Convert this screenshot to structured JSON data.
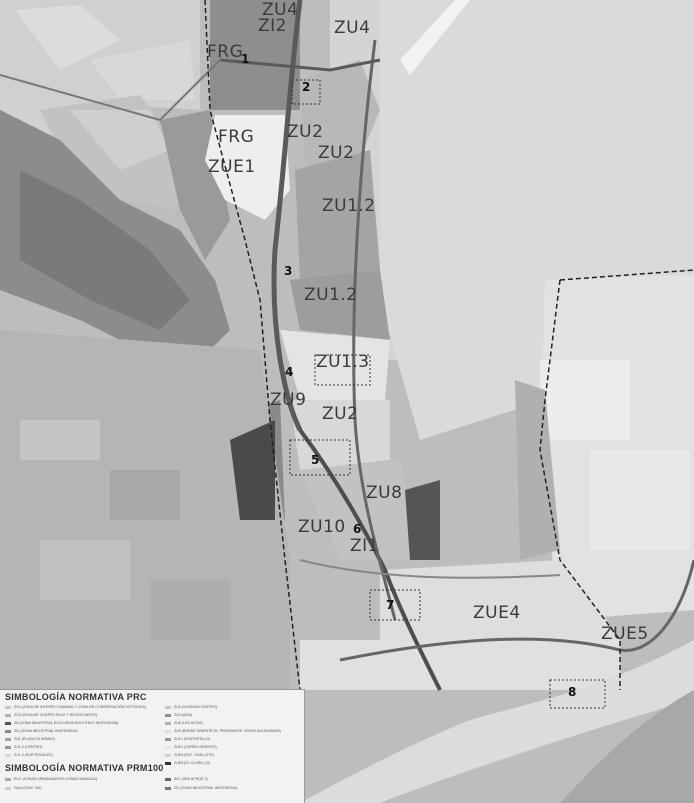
{
  "map": {
    "zone_labels": [
      "ZU4",
      "ZI2",
      "ZU4",
      "FRG",
      "ZU2",
      "FRG",
      "ZU2",
      "ZUE1",
      "ZU1.2",
      "ZU1.2",
      "ZU1.3",
      "ZU9",
      "ZU2",
      "ZU8",
      "ZU10",
      "ZI1",
      "ZUE4",
      "ZUE5"
    ],
    "numbers": [
      "1",
      "2",
      "3",
      "4",
      "5",
      "6",
      "7",
      "8"
    ],
    "colors": {
      "dark_field": "#4a4a4a",
      "light_field": "#e6e6e6",
      "road": "#5a5a5a",
      "river": "#dcdcdc"
    }
  },
  "legend": {
    "title_prc": "SIMBOLOGÍA NORMATIVA PRC",
    "title_prm": "SIMBOLOGÍA NORMATIVA PRM100",
    "items_left": [
      "ZO1 (ZONA DE INTERÉS COMUNAL Y ZONA DE CONSERVACIÓN HISTÓRICA)",
      "ZC5 (ZONA DE CENTRO RULE Y RIESGO AERIO)",
      "ZB (ZONA INDUSTRIAL EXCLUSIVA MOLESTA E INOFENSIVA)",
      "ZIU (ZONA INDUSTRIAL INOFENSIVA)",
      "ZU1 (PLAZA DE ARMAS)",
      "ZU1.2 (CENTRO)",
      "ZU1.3 (SUR ROSALES)"
    ],
    "items_prm": [
      "EUC (ZONAS URBANIZABLES CONDICIONADAS)",
      "FAJA (CAM. VIA)"
    ],
    "items_right": [
      "ZU2 (VIVIENDA CENTRO)",
      "ZU4 (AVIA)",
      "ZU8 (LAS ALTAS)",
      "ZU9 (BORDE ORIENTE AV. PRESIDENTE JORGE ALESSANDRI)",
      "ZU10 (RIOPORTILLO)",
      "ZUE1 (ZORRO ORIENTE)",
      "ZUE4 (RIO - SAN LOTE)",
      "ZUE5 (EL CLARIL) (3)"
    ],
    "items_right_prm": [
      "AV1 (ARE APRQE 1)",
      "ZEI (ZONA INDUSTRIAL INOFENSIVA)"
    ]
  }
}
